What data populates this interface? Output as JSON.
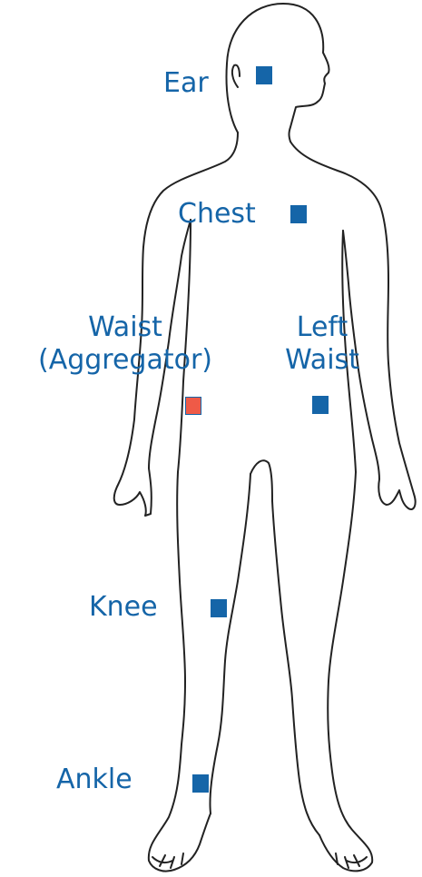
{
  "sensors": [
    {
      "id": "ear",
      "label": "Ear",
      "color": "#1565a8"
    },
    {
      "id": "chest",
      "label": "Chest",
      "color": "#1565a8"
    },
    {
      "id": "waist",
      "label_line1": "Waist",
      "label_line2": "(Aggregator)",
      "color": "#ef5a47",
      "role": "aggregator"
    },
    {
      "id": "left-waist",
      "label_line1": "Left",
      "label_line2": "Waist",
      "color": "#1565a8"
    },
    {
      "id": "knee",
      "label": "Knee",
      "color": "#1565a8"
    },
    {
      "id": "ankle",
      "label": "Ankle",
      "color": "#1565a8"
    }
  ],
  "colors": {
    "label_text": "#1565a8",
    "body_outline": "#222222",
    "sensor_marker": "#1565a8",
    "aggregator_marker": "#ef5a47"
  }
}
